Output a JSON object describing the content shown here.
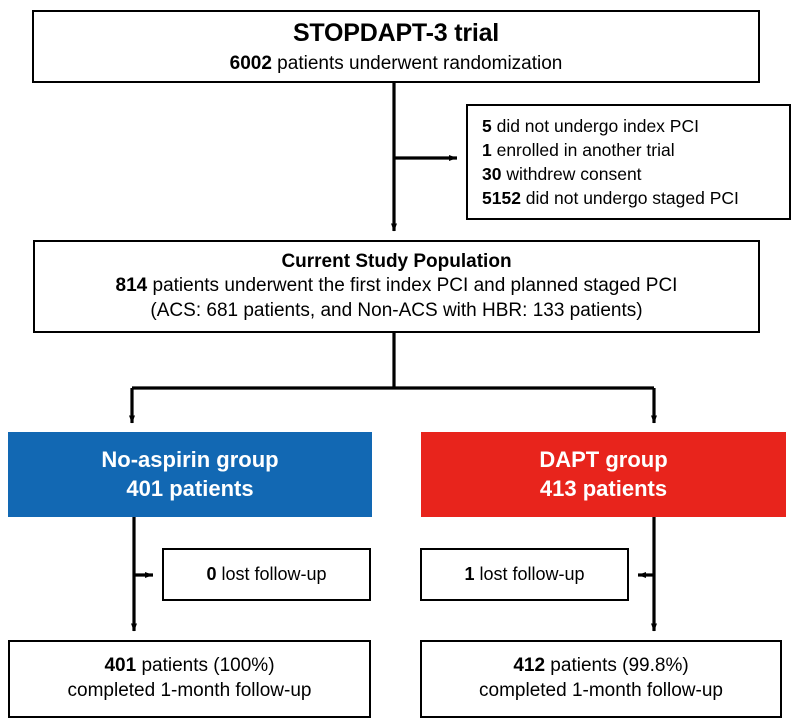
{
  "diagram": {
    "type": "flowchart",
    "title": "STOPDAPT-3 trial",
    "colors": {
      "no_aspirin_group": "#1268B3",
      "dapt_group": "#E8241C",
      "box_border": "#000000",
      "background": "#FFFFFF",
      "filled_box_text": "#FFFFFF"
    }
  },
  "nodes": {
    "title": {
      "heading": "STOPDAPT-3 trial",
      "sub_bold": "6002",
      "sub_rest": " patients underwent randomization"
    },
    "exclusions": {
      "items": [
        {
          "count": "5",
          "text": " did not undergo index PCI"
        },
        {
          "count": "1",
          "text": " enrolled in another trial"
        },
        {
          "count": "30",
          "text": " withdrew consent"
        },
        {
          "count": "5152",
          "text": " did not undergo staged PCI"
        }
      ]
    },
    "population": {
      "heading": "Current Study Population",
      "line2_bold": "814",
      "line2_rest": " patients underwent the first index PCI and planned staged PCI",
      "line3": "(ACS: 681 patients, and Non-ACS with HBR: 133 patients)"
    },
    "group_no_aspirin": {
      "name": "No-aspirin group",
      "count": "401 patients"
    },
    "group_dapt": {
      "name": "DAPT group",
      "count": "413 patients"
    },
    "lost_no_aspirin": {
      "count": "0",
      "text": " lost follow-up"
    },
    "lost_dapt": {
      "count": "1",
      "text": " lost follow-up"
    },
    "completed_no_aspirin": {
      "line1_bold": "401",
      "line1_rest": " patients (100%)",
      "line2": "completed 1-month follow-up"
    },
    "completed_dapt": {
      "line1_bold": "412",
      "line1_rest": " patients (99.8%)",
      "line2": "completed 1-month follow-up"
    }
  }
}
